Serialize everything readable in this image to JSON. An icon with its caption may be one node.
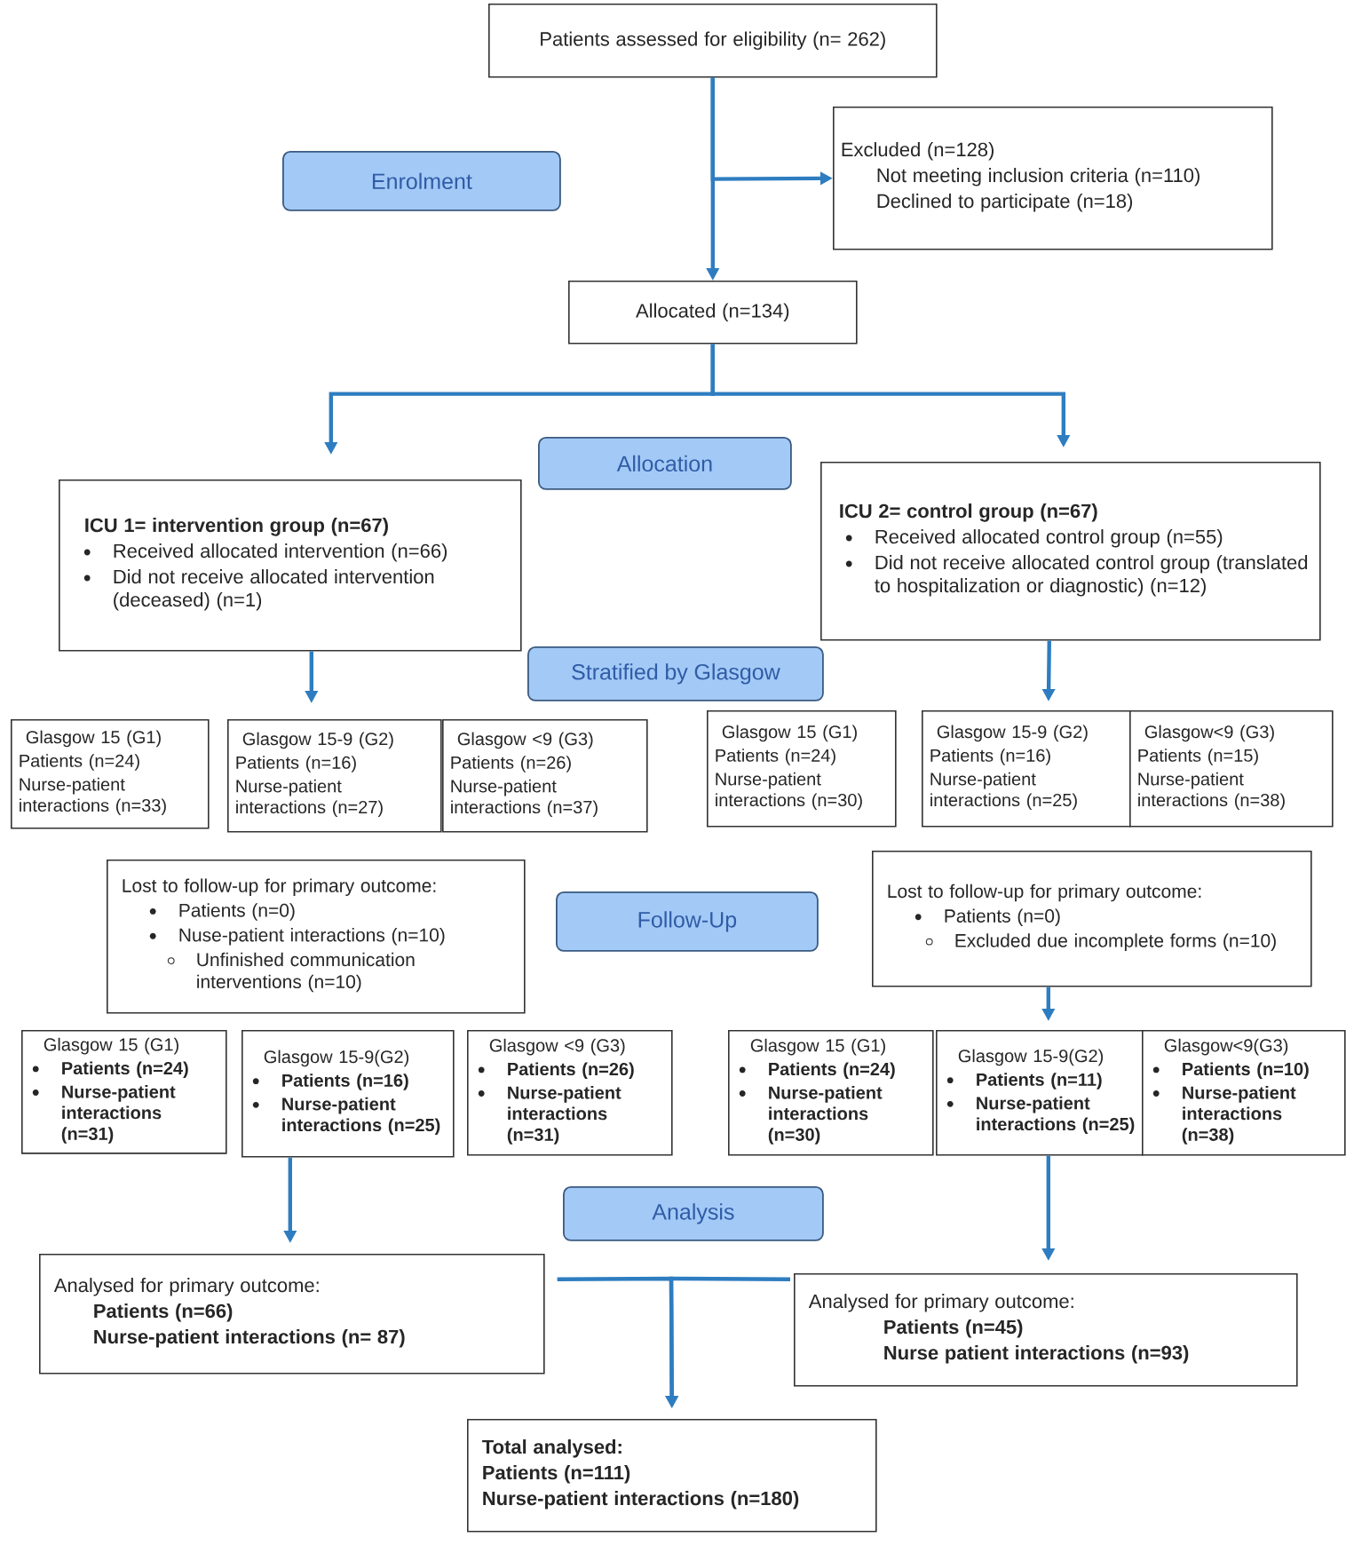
{
  "diagram": {
    "nodes": [
      {
        "text": [
          "Patients assessed for eligibility (n= 262)"
        ]
      },
      {
        "text": [
          "Enrolment"
        ]
      },
      {
        "text": [
          "Excluded (n=128)",
          "Not meeting inclusion criteria (n=110)",
          "Declined to participate (n=18)"
        ]
      },
      {
        "text": [
          "Allocated (n=134)"
        ]
      },
      {
        "text": [
          "Allocation"
        ]
      },
      {
        "text": [
          "ICU 1= intervention group (n=67)",
          "Received allocated intervention (n=66)",
          "Did not receive allocated intervention (deceased) (n=1)"
        ]
      },
      {
        "text": [
          "ICU 2= control group (n=67)",
          "Received allocated control group (n=55)",
          "Did not receive allocated control group (translated to hospitalization or diagnostic) (n=12)"
        ]
      },
      {
        "text": [
          "Stratified by Glasgow"
        ]
      },
      {
        "text": [
          "Glasgow 15 (G1)",
          "Patients (n=24)",
          "Nurse-patient interactions (n=33)"
        ]
      },
      {
        "text": [
          "Glasgow 15-9 (G2)",
          "Patients (n=16)",
          "Nurse-patient interactions (n=27)"
        ]
      },
      {
        "text": [
          "Glasgow <9 (G3)",
          "Patients (n=26)",
          "Nurse-patient interactions (n=37)"
        ]
      },
      {
        "text": [
          "Glasgow 15 (G1)",
          "Patients (n=24)",
          "Nurse-patient interactions (n=30)"
        ]
      },
      {
        "text": [
          "Glasgow 15-9 (G2)",
          "Patients (n=16)",
          "Nurse-patient interactions (n=25)"
        ]
      },
      {
        "text": [
          "Glasgow<9 (G3)",
          "Patients (n=15)",
          "Nurse-patient interactions (n=38)"
        ]
      },
      {
        "text": [
          "Lost to follow-up for primary outcome:",
          "Patients (n=0)",
          "Nuse-patient interactions (n=10)",
          "Unfinished communication interventions (n=10)"
        ]
      },
      {
        "text": [
          "Follow-Up"
        ]
      },
      {
        "text": [
          "Lost to follow-up for primary outcome:",
          "Patients (n=0)",
          "Excluded due incomplete forms (n=10)"
        ]
      },
      {
        "text": [
          "Glasgow 15 (G1)",
          "Patients (n=24)",
          "Nurse-patient interactions (n=31)"
        ]
      },
      {
        "text": [
          "Glasgow 15-9(G2)",
          "Patients (n=16)",
          "Nurse-patient interactions (n=25)"
        ]
      },
      {
        "text": [
          "Glasgow <9 (G3)",
          "Patients (n=26)",
          "Nurse-patient interactions (n=31)"
        ]
      },
      {
        "text": [
          "Glasgow 15 (G1)",
          "Patients (n=24)",
          "Nurse-patient interactions (n=30)"
        ]
      },
      {
        "text": [
          "Glasgow 15-9(G2)",
          "Patients (n=11)",
          "Nurse-patient interactions (n=25)"
        ]
      },
      {
        "text": [
          "Glasgow<9(G3)",
          "Patients (n=10)",
          "Nurse-patient interactions (n=38)"
        ]
      },
      {
        "text": [
          "Analysis"
        ]
      },
      {
        "text": [
          "Analysed for primary outcome:",
          "Patients (n=66)",
          "Nurse-patient interactions (n= 87)"
        ]
      },
      {
        "text": [
          "Analysed for primary outcome:",
          "Patients (n=45)",
          "Nurse patient interactions (n=93)"
        ]
      },
      {
        "text": [
          "Total analysed:",
          "Patients (n=111)",
          "Nurse-patient interactions (n=180)"
        ]
      }
    ],
    "edges": [
      {
        "from": 0,
        "to": 3,
        "arrow": "to"
      },
      {
        "from": 0,
        "to": 2,
        "arrow": "to"
      },
      {
        "from": 3,
        "to": 5,
        "arrow": "to"
      },
      {
        "from": 3,
        "to": 6,
        "arrow": "to"
      },
      {
        "from": 5,
        "to": 9,
        "arrow": "to"
      },
      {
        "from": 6,
        "to": 12,
        "arrow": "to"
      },
      {
        "from": 16,
        "to": 21,
        "arrow": "to"
      },
      {
        "from": 18,
        "to": 24,
        "arrow": "to"
      },
      {
        "from": 21,
        "to": 25,
        "arrow": "to"
      },
      {
        "from": 24,
        "to": 26,
        "arrow": "to"
      },
      {
        "from": 25,
        "to": 26,
        "arrow": "to"
      }
    ]
  }
}
